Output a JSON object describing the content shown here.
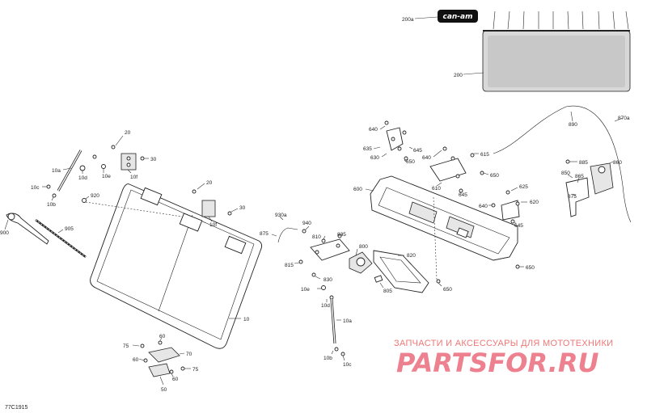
{
  "drawing_code": "77C1915",
  "brand_logo": "can-am",
  "watermark": {
    "text": "ЗАПЧАСТИ И АКСЕССУАРЫ ДЛЯ МОТОТЕХНИКИ",
    "logo": "PARTSFOR.RU"
  },
  "callouts": {
    "c200a": "200a",
    "c200": "200",
    "c890": "890",
    "c870a": "870a",
    "c20a": "20",
    "c30a": "30",
    "c10e": "10e",
    "c10f_a": "10f",
    "c10a_l": "10a",
    "c10d_l": "10d",
    "c10c_l": "10c",
    "c10b_l": "10b",
    "c920": "920",
    "c20b": "20",
    "c10f_b": "10f",
    "c30b": "30",
    "c900": "900",
    "c905": "905",
    "c875a": "875",
    "c930a": "930a",
    "c940": "940",
    "c835": "835",
    "c810": "810",
    "c815": "815",
    "c830": "830",
    "c800": "800",
    "c820": "820",
    "c805": "805",
    "c10e_r": "10e",
    "c10d_r": "10d",
    "c10a_r": "10a",
    "c10b_r": "10b",
    "c10c_r": "10c",
    "c10_glass": "10",
    "c640a": "640",
    "c635": "635",
    "c630": "630",
    "c645a": "645",
    "c650a": "650",
    "c640b": "640",
    "c615": "615",
    "c610": "610",
    "c645b": "645",
    "c650b": "650",
    "c600": "600",
    "c625": "625",
    "c640c": "640",
    "c620": "620",
    "c645c": "645",
    "c650c": "650",
    "c650d": "650",
    "c885": "885",
    "c850": "850",
    "c865": "865",
    "c860": "860",
    "c875b": "875",
    "c75a": "75",
    "c60a": "60",
    "c70": "70",
    "c60b": "60",
    "c75b": "75",
    "c60c": "60",
    "c50": "50"
  }
}
